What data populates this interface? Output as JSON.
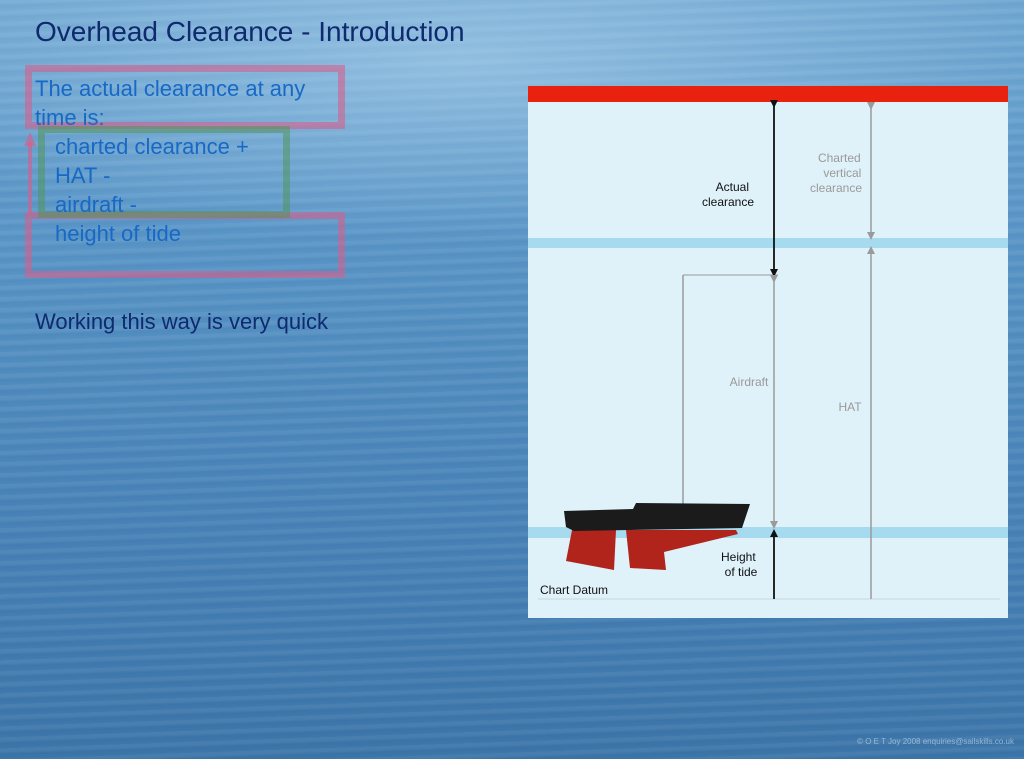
{
  "slide": {
    "title": "Overhead Clearance - Introduction",
    "intro": "The actual clearance at any time is:",
    "terms": [
      "charted clearance +",
      "HAT -",
      "airdraft -",
      "height of tide"
    ],
    "note": "Working this way is very quick",
    "footer": "© O E T Joy 2008 enquiries@sailskills.co.uk"
  },
  "diagram": {
    "labels": {
      "actual_clearance": [
        "Actual",
        "clearance"
      ],
      "charted_vertical_clearance": [
        "Charted",
        "vertical",
        "clearance"
      ],
      "airdraft": "Airdraft",
      "hat": "HAT",
      "height_of_tide": [
        "Height",
        "of tide"
      ],
      "chart_datum": "Chart Datum"
    },
    "colors": {
      "panel": "#dff1f9",
      "bridge": "#e8220e",
      "water_line": "#a6dbef",
      "hull": "#1b1b1b",
      "keel": "#b0241b"
    }
  }
}
